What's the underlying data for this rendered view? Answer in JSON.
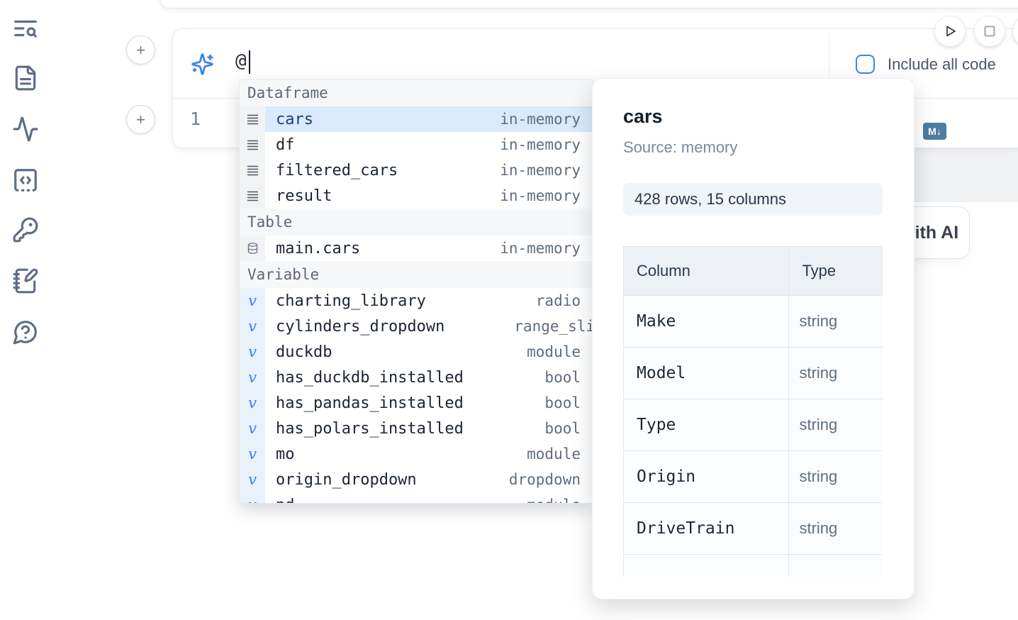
{
  "sidebar": {
    "icons": [
      {
        "name": "search-panel-icon"
      },
      {
        "name": "file-contents-icon"
      },
      {
        "name": "activity-icon"
      },
      {
        "name": "snippets-icon"
      },
      {
        "name": "secrets-key-icon"
      },
      {
        "name": "scratchpad-icon"
      },
      {
        "name": "help-icon"
      }
    ]
  },
  "prompt": {
    "value": "@",
    "include_all_code_label": "Include all code"
  },
  "buttons": {
    "add_cell_label": "+",
    "ai_button_label": "Generate with AI"
  },
  "cell": {
    "line_number": "1",
    "markdown_badge": "M↓"
  },
  "autocomplete": {
    "sections": [
      {
        "label": "Dataframe",
        "kind": "dataframe",
        "items": [
          {
            "name": "cars",
            "type": "in-memory",
            "selected": true
          },
          {
            "name": "df",
            "type": "in-memory"
          },
          {
            "name": "filtered_cars",
            "type": "in-memory"
          },
          {
            "name": "result",
            "type": "in-memory"
          }
        ]
      },
      {
        "label": "Table",
        "kind": "table",
        "items": [
          {
            "name": "main.cars",
            "type": "in-memory"
          }
        ]
      },
      {
        "label": "Variable",
        "kind": "variable",
        "items": [
          {
            "name": "charting_library",
            "type": "radio"
          },
          {
            "name": "cylinders_dropdown",
            "type": "range_slider",
            "clipped": true
          },
          {
            "name": "duckdb",
            "type": "module"
          },
          {
            "name": "has_duckdb_installed",
            "type": "bool"
          },
          {
            "name": "has_pandas_installed",
            "type": "bool"
          },
          {
            "name": "has_polars_installed",
            "type": "bool"
          },
          {
            "name": "mo",
            "type": "module"
          },
          {
            "name": "origin_dropdown",
            "type": "dropdown"
          },
          {
            "name": "pd",
            "type": "module"
          }
        ]
      }
    ]
  },
  "preview": {
    "title": "cars",
    "source": "Source: memory",
    "shape": "428 rows, 15 columns",
    "table": {
      "headers": [
        "Column",
        "Type"
      ],
      "rows": [
        [
          "Make",
          "string"
        ],
        [
          "Model",
          "string"
        ],
        [
          "Type",
          "string"
        ],
        [
          "Origin",
          "string"
        ],
        [
          "DriveTrain",
          "string"
        ]
      ]
    }
  },
  "colors": {
    "accent": "#3b82f6",
    "selection_highlight": "#d8eafc",
    "cell_icon_blue": "#4e7ba1"
  }
}
